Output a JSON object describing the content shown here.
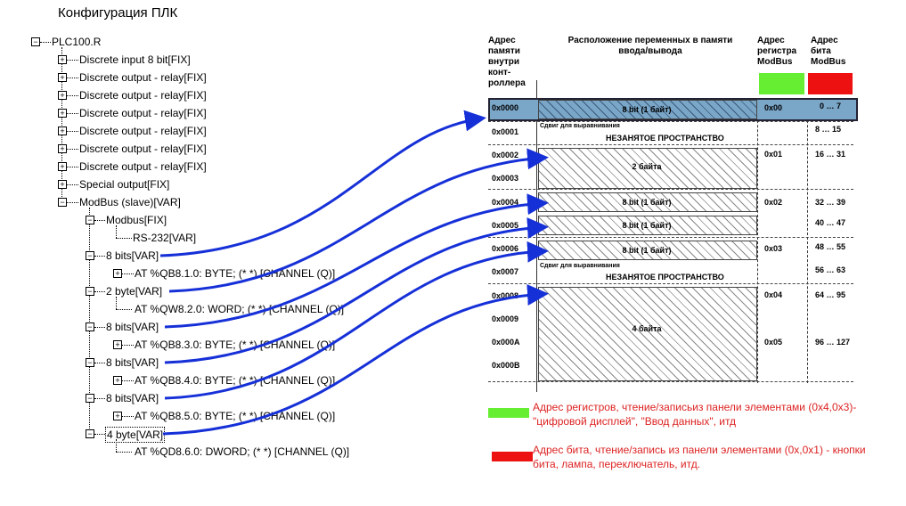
{
  "title": "Конфигурация ПЛК",
  "tree": {
    "root": "PLC100.R",
    "items": [
      "Discrete input 8 bit[FIX]",
      "Discrete output - relay[FIX]",
      "Discrete output - relay[FIX]",
      "Discrete output - relay[FIX]",
      "Discrete output - relay[FIX]",
      "Discrete output - relay[FIX]",
      "Discrete output - relay[FIX]",
      "Special output[FIX]",
      "ModBus (slave)[VAR]"
    ],
    "modbus": "Modbus[FIX]",
    "rs232": "RS-232[VAR]",
    "vars": [
      {
        "name": "8 bits[VAR]",
        "at": "AT %QB8.1.0: BYTE; (* *) [CHANNEL (Q)]"
      },
      {
        "name": "2 byte[VAR]",
        "at": "AT %QW8.2.0: WORD; (* *) [CHANNEL (Q)]"
      },
      {
        "name": "8 bits[VAR]",
        "at": "AT %QB8.3.0: BYTE; (* *) [CHANNEL (Q)]"
      },
      {
        "name": "8 bits[VAR]",
        "at": "AT %QB8.4.0: BYTE; (* *) [CHANNEL (Q)]"
      },
      {
        "name": "8 bits[VAR]",
        "at": "AT %QB8.5.0: BYTE; (* *) [CHANNEL (Q)]"
      },
      {
        "name": "4 byte[VAR]",
        "at": "AT %QD8.6.0: DWORD; (* *) [CHANNEL (Q)]"
      }
    ]
  },
  "memory": {
    "headers": {
      "addr": "Адрес памяти внутри конт-роллера",
      "layout": "Расположение переменных в памяти ввода/вывода",
      "reg": "Адрес регистра ModBus",
      "bit": "Адрес бита ModBus"
    },
    "addresses": [
      "0x0000",
      "0x0001",
      "0x0002",
      "0x0003",
      "0x0004",
      "0x0005",
      "0x0006",
      "0x0007",
      "0x0008",
      "0x0009",
      "0x000A",
      "0x000B"
    ],
    "blocks": {
      "b1": "8 bit (1 байт)",
      "b2": "2 байта",
      "b3": "8 bit (1 байт)",
      "b4": "8 bit (1 байт)",
      "b5": "8 bit (1 байт)",
      "b6": "4 байта"
    },
    "gap": "НЕЗАНЯТОЕ ПРОСТРАНСТВО",
    "shift": "Сдвиг для выравнивания",
    "regs": [
      "0x00",
      "0x01",
      "0x02",
      "0x03",
      "0x04",
      "0x05"
    ],
    "bits": [
      "0 … 7",
      "8 … 15",
      "16 … 31",
      "32 … 39",
      "40 … 47",
      "48 … 55",
      "56 … 63",
      "64 … 95",
      "96 … 127"
    ]
  },
  "legend": {
    "green_text": "Адрес регистров, чтение/записьиз панели элементами (0x4,0x3)-\"цифровой дисплей\", \"Ввод данных\", итд",
    "red_text": "Адрес бита, чтение/запись из панели элементами (0x,0x1) - кнопки бита, лампа, переключатель, итд."
  },
  "colors": {
    "green": "#66ee33",
    "red": "#ee1111",
    "arrow": "#1630d8",
    "highlight": "#7aa6c8"
  }
}
